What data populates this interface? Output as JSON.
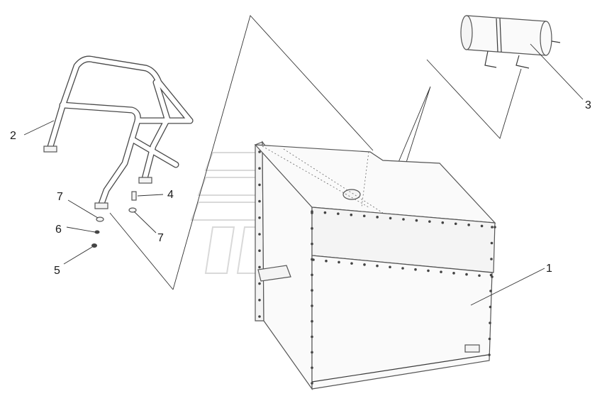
{
  "diagram": {
    "callouts": [
      {
        "id": "1",
        "text": "1"
      },
      {
        "id": "2",
        "text": "2"
      },
      {
        "id": "3",
        "text": "3"
      },
      {
        "id": "4",
        "text": "4"
      },
      {
        "id": "5",
        "text": "5"
      },
      {
        "id": "6",
        "text": "6"
      },
      {
        "id": "7a",
        "text": "7"
      },
      {
        "id": "7b",
        "text": "7"
      }
    ],
    "parts": {
      "cab_panel_assembly": "1",
      "handrail": "2",
      "air_receiver": "3",
      "bolt": "4",
      "nut": "5",
      "lock_washer": "6",
      "washer": "7"
    }
  },
  "colors": {
    "line": "#3a3a3a",
    "panel_fill": "#f4f4f4",
    "watermark": "#d9d9d9"
  }
}
